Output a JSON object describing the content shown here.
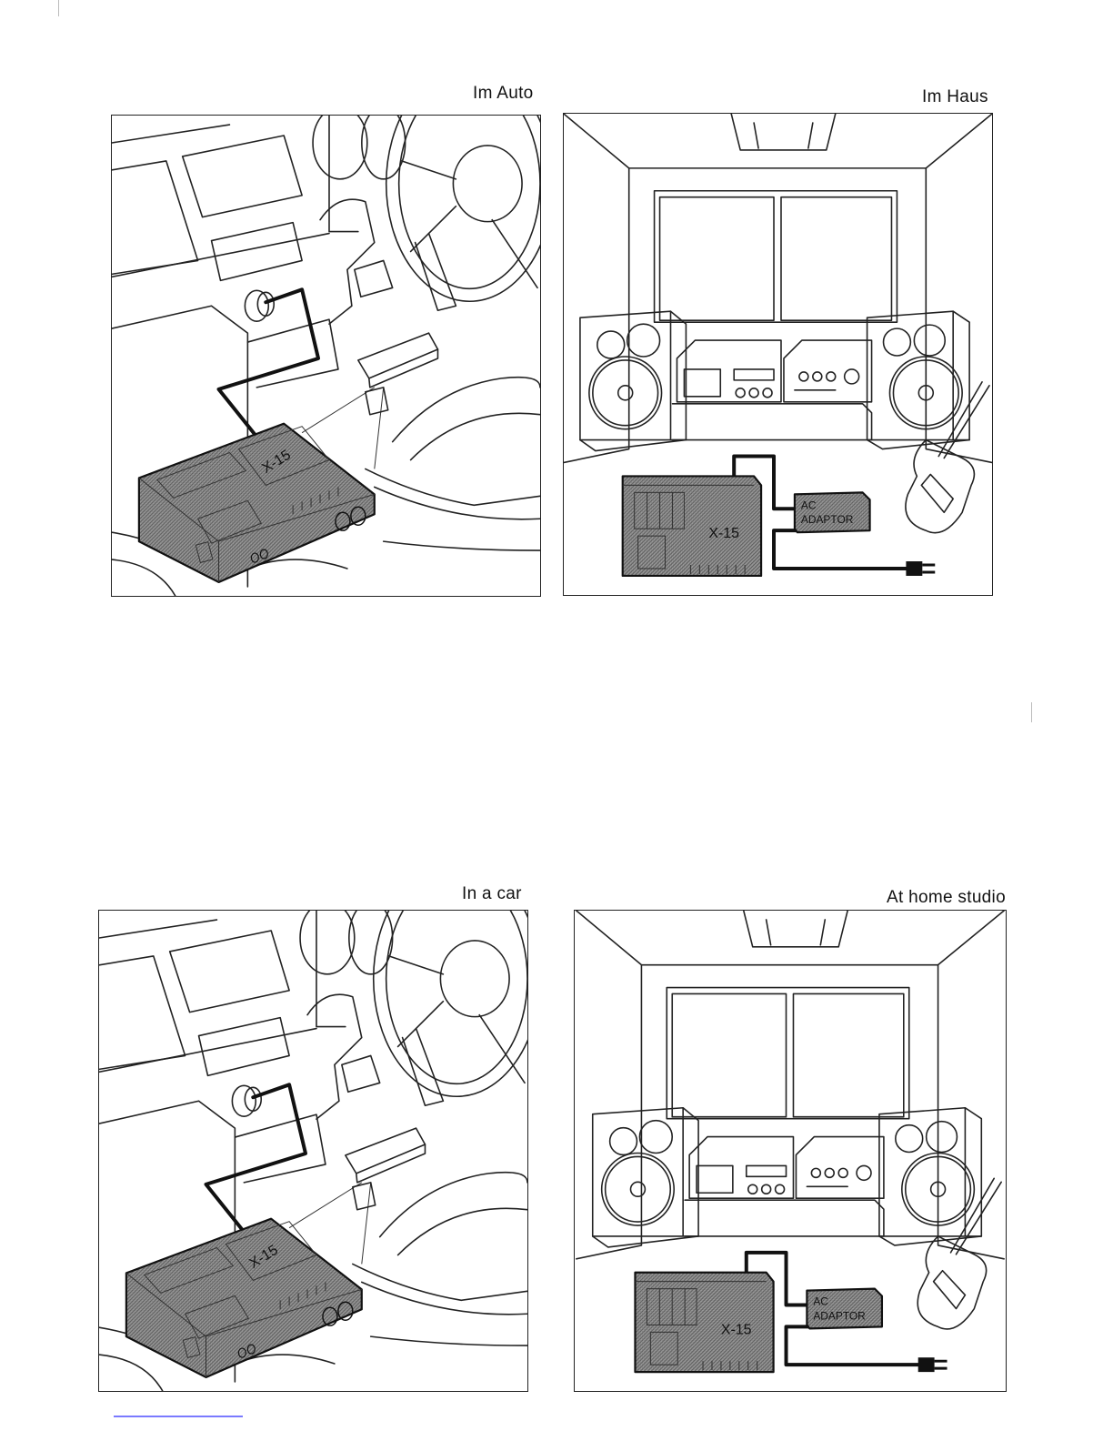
{
  "captions": {
    "de_car": "Im Auto",
    "de_home": "Im  Haus",
    "en_car": "In a car",
    "en_home": "At home studio"
  },
  "device": {
    "model": "X-15",
    "adaptor_line1": "AC",
    "adaptor_line2": "ADAPTOR"
  }
}
